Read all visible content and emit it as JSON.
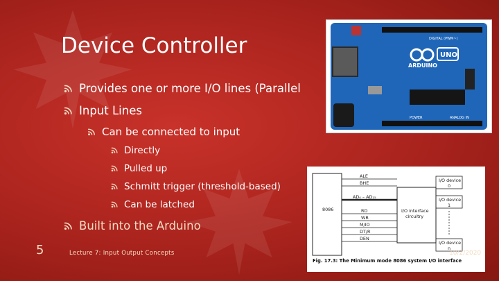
{
  "slide": {
    "title": "Device Controller",
    "bullets": {
      "b1": "Provides one or more I/O lines (Parallel",
      "b2": "Input Lines",
      "b2_1": "Can be connected to input",
      "b2_1_1": "Directly",
      "b2_1_2": "Pulled up",
      "b2_1_3": "Schmitt trigger (threshold-based)",
      "b2_1_4": "Can be latched",
      "b3": "Built into the Arduino"
    },
    "slide_number": "5",
    "footer": "Lecture 7: Input Output Concepts",
    "date": "10/2/2020"
  },
  "arduino_image": {
    "logo_text": "ARDUINO",
    "uno_text": "UNO",
    "digital_label": "DIGITAL (PWM~)",
    "power_label": "POWER",
    "analog_label": "ANALOG IN",
    "board_color": "#1f66b8"
  },
  "figure": {
    "labels": {
      "chip": "8086",
      "ale": "ALE",
      "bhe": "BHE",
      "ad": "AD₀ – AD₁₅",
      "rd": "RD",
      "wr": "WR",
      "mio": "M/IO",
      "dtr": "DT/R",
      "den": "DEN",
      "interface": "I/O interface",
      "circuitry": "circuitry",
      "dev0_a": "I/O device",
      "dev0_b": "0",
      "dev1_a": "I/O device",
      "dev1_b": "1",
      "devn_a": "I/O device",
      "devn_b": "n"
    },
    "caption": "Fig. 17.3: The Minimum mode 8086 system I/O interface"
  },
  "colors": {
    "background": "#a9231d",
    "text": "#ffffff",
    "accent": "#f2dcc4"
  },
  "icons": {
    "bullet": "wifi-arc-bullet-icon"
  }
}
